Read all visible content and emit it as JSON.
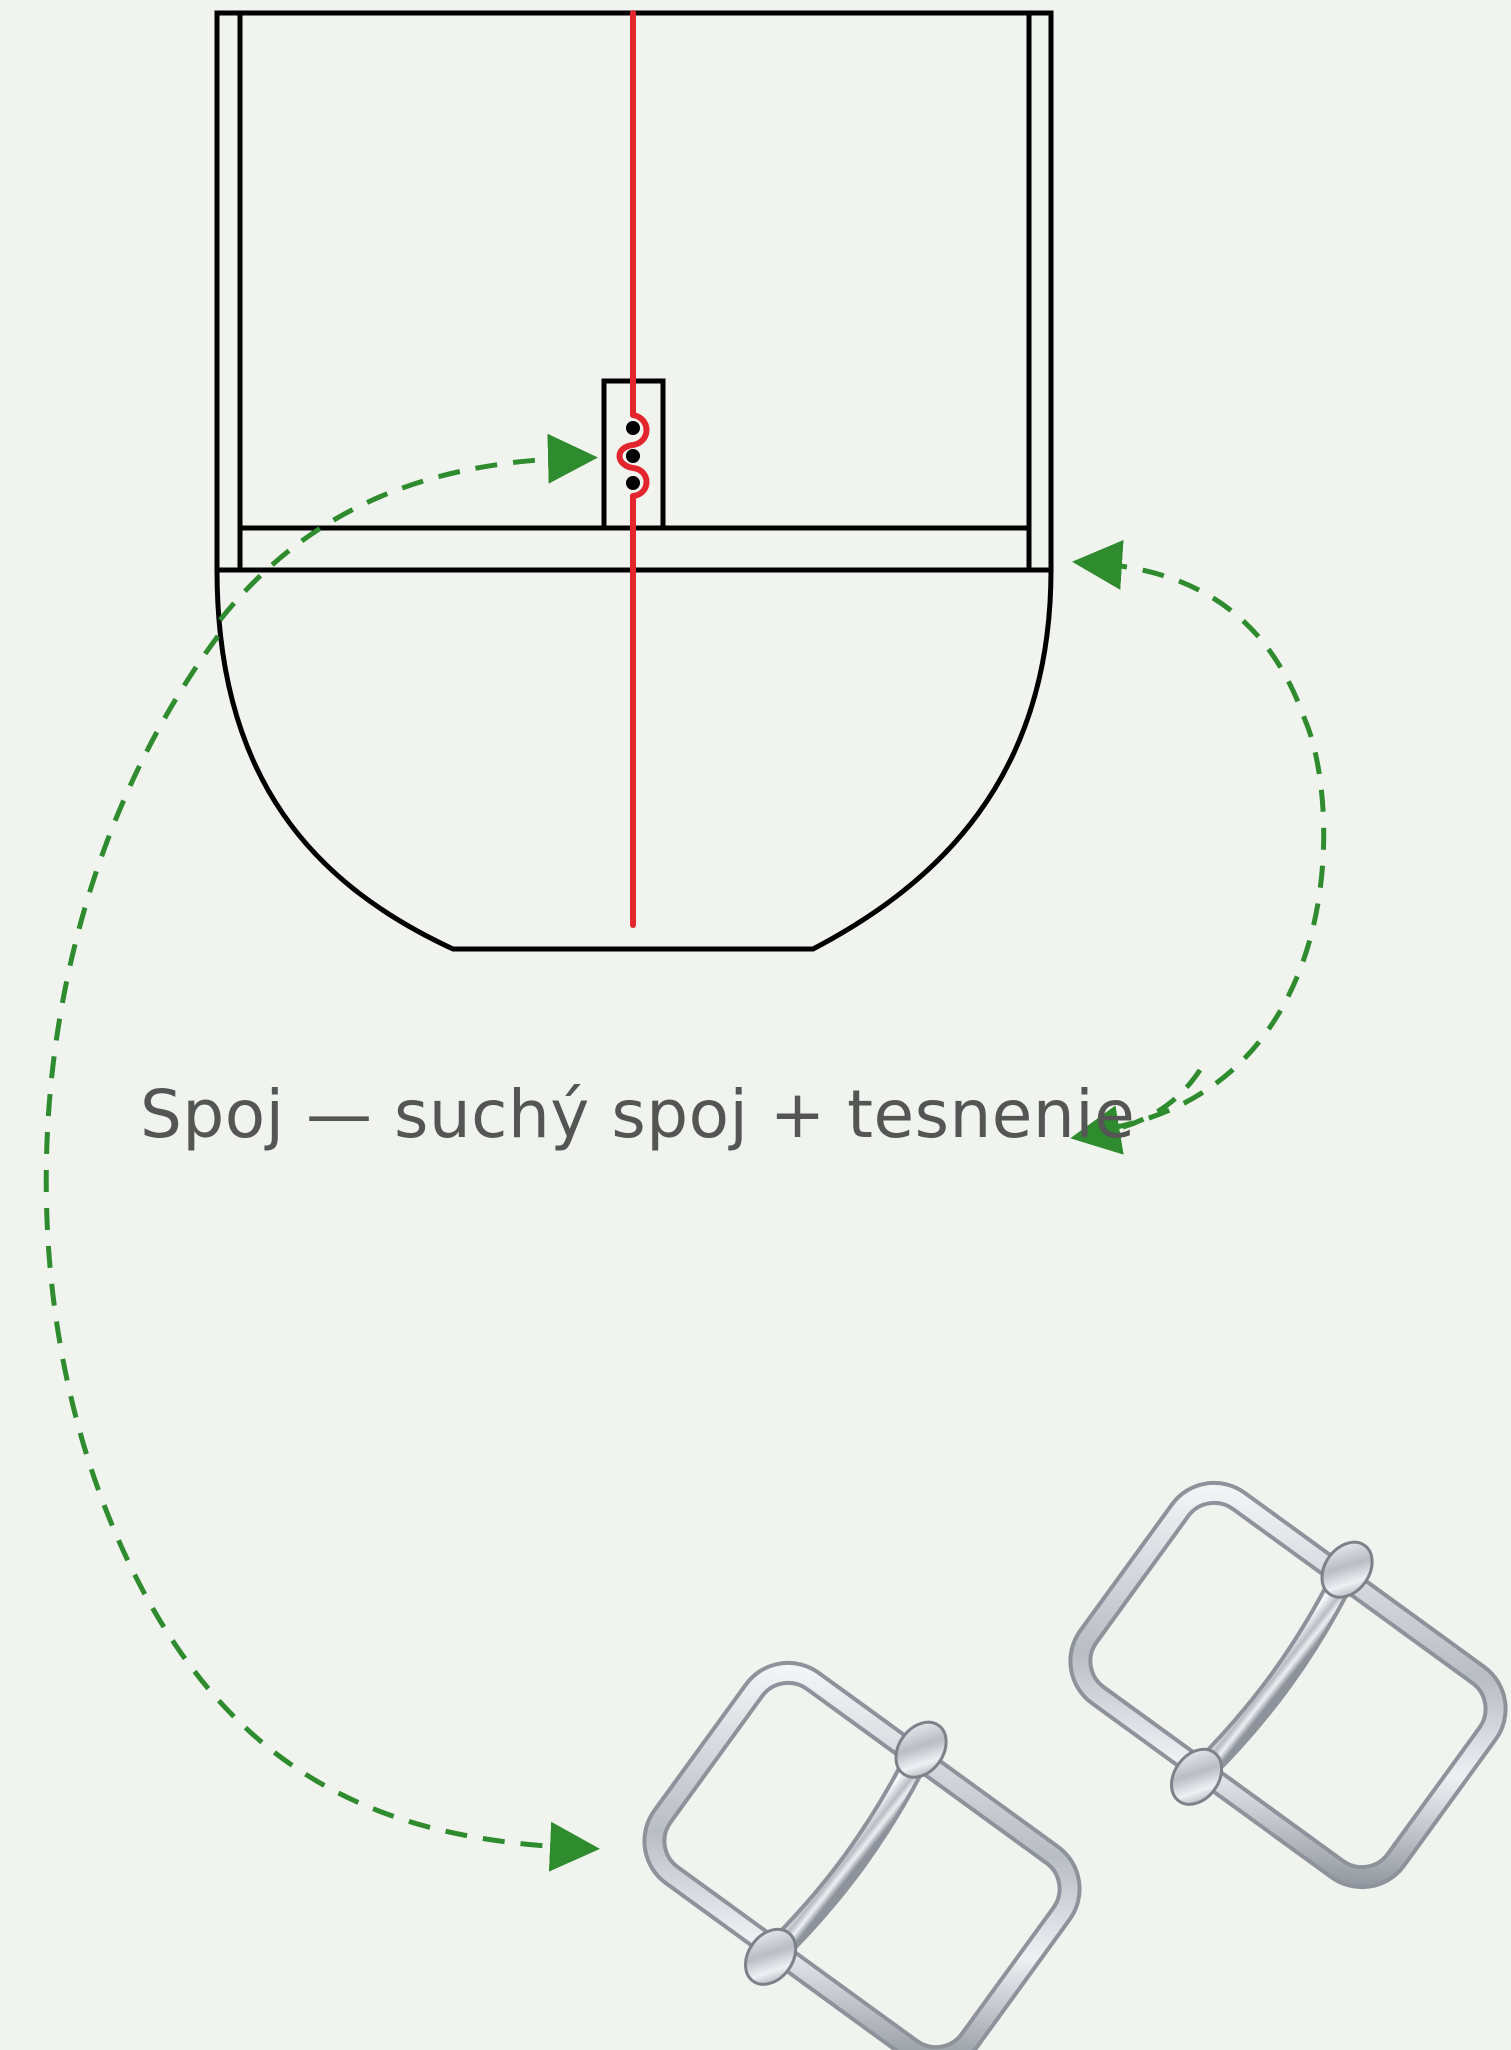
{
  "caption": "Spoj — suchý spoj + tesnenie",
  "colors": {
    "background": "#f1f4ee",
    "outline": "#000000",
    "seam": "#e3262e",
    "arrow": "#2e8b2e",
    "caption_text": "#555555",
    "metal": "#c9ccd1"
  },
  "icons": [
    "pattern-outline",
    "seam-line",
    "joint-detail",
    "dashed-arrow",
    "slider-buckle"
  ]
}
